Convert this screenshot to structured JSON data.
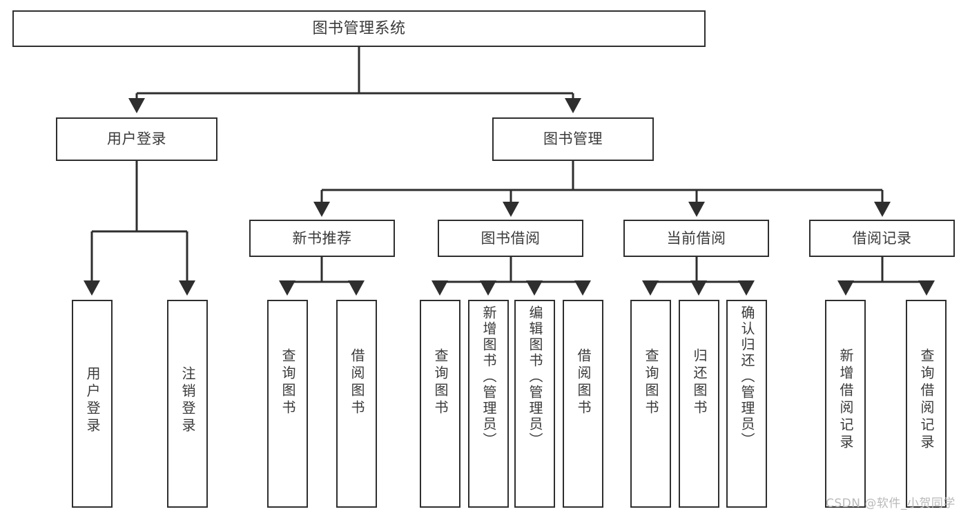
{
  "diagram": {
    "title": "图书管理系统",
    "type": "hierarchy-tree",
    "root": {
      "id": "root",
      "label": "图书管理系统"
    },
    "level2": [
      {
        "id": "user-login",
        "label": "用户登录"
      },
      {
        "id": "book-management",
        "label": "图书管理"
      }
    ],
    "level3": [
      {
        "id": "new-book-recommend",
        "label": "新书推荐",
        "parent": "book-management"
      },
      {
        "id": "book-borrow",
        "label": "图书借阅",
        "parent": "book-management"
      },
      {
        "id": "current-borrow",
        "label": "当前借阅",
        "parent": "book-management"
      },
      {
        "id": "borrow-record",
        "label": "借阅记录",
        "parent": "book-management"
      }
    ],
    "leaves": [
      {
        "id": "leaf-user-login",
        "label": "用户登录",
        "parent": "user-login"
      },
      {
        "id": "leaf-logout-login",
        "label": "注销登录",
        "parent": "user-login"
      },
      {
        "id": "leaf-query-book-1",
        "label": "查询图书",
        "parent": "new-book-recommend"
      },
      {
        "id": "leaf-borrow-book-1",
        "label": "借阅图书",
        "parent": "new-book-recommend"
      },
      {
        "id": "leaf-query-book-2",
        "label": "查询图书",
        "parent": "book-borrow"
      },
      {
        "id": "leaf-add-book",
        "label": "新增图书（管理员）",
        "parent": "book-borrow"
      },
      {
        "id": "leaf-edit-book",
        "label": "编辑图书（管理员）",
        "parent": "book-borrow"
      },
      {
        "id": "leaf-borrow-book-2",
        "label": "借阅图书",
        "parent": "book-borrow"
      },
      {
        "id": "leaf-query-book-3",
        "label": "查询图书",
        "parent": "current-borrow"
      },
      {
        "id": "leaf-return-book",
        "label": "归还图书",
        "parent": "current-borrow"
      },
      {
        "id": "leaf-confirm-return",
        "label": "确认归还（管理员）",
        "parent": "current-borrow"
      },
      {
        "id": "leaf-add-record",
        "label": "新增借阅记录",
        "parent": "borrow-record"
      },
      {
        "id": "leaf-query-record",
        "label": "查询借阅记录",
        "parent": "borrow-record"
      }
    ],
    "colors": {
      "border": "#2e2e2e",
      "text": "#3a3a3a",
      "background": "#ffffff",
      "edge": "#2e2e2e",
      "watermark": "#b9b9b9"
    }
  },
  "watermark": {
    "text": "CSDN @软件_小贺同学"
  }
}
